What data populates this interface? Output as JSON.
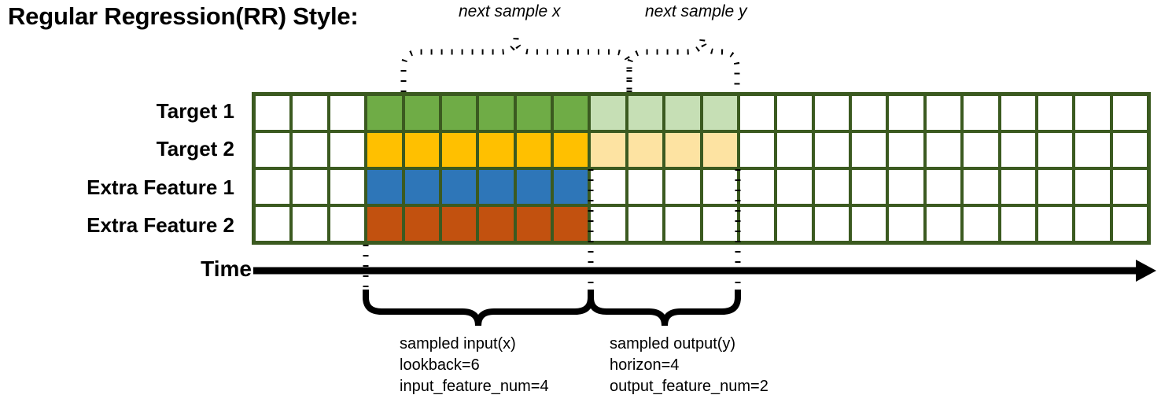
{
  "title": "Regular Regression(RR) Style:",
  "annotations": {
    "next_sample_x": "next sample x",
    "next_sample_y": "next sample y"
  },
  "axis": {
    "time_label": "Time"
  },
  "rows": [
    {
      "label": "Target 1",
      "key": "target-1"
    },
    {
      "label": "Target 2",
      "key": "target-2"
    },
    {
      "label": "Extra Feature 1",
      "key": "extra-feature-1"
    },
    {
      "label": "Extra Feature 2",
      "key": "extra-feature-2"
    }
  ],
  "grid": {
    "columns": 24,
    "input_start_col": 3,
    "input_end_col": 9,
    "output_start_col": 9,
    "output_end_col": 13,
    "cell_fills": [
      [
        "white",
        "white",
        "white",
        "c-green",
        "c-green",
        "c-green",
        "c-green",
        "c-green",
        "c-green",
        "c-green-lt",
        "c-green-lt",
        "c-green-lt",
        "c-green-lt",
        "white",
        "white",
        "white",
        "white",
        "white",
        "white",
        "white",
        "white",
        "white",
        "white",
        "white"
      ],
      [
        "white",
        "white",
        "white",
        "c-gold",
        "c-gold",
        "c-gold",
        "c-gold",
        "c-gold",
        "c-gold",
        "c-gold-lt",
        "c-gold-lt",
        "c-gold-lt",
        "c-gold-lt",
        "white",
        "white",
        "white",
        "white",
        "white",
        "white",
        "white",
        "white",
        "white",
        "white",
        "white"
      ],
      [
        "white",
        "white",
        "white",
        "c-blue",
        "c-blue",
        "c-blue",
        "c-blue",
        "c-blue",
        "c-blue",
        "white",
        "white",
        "white",
        "white",
        "white",
        "white",
        "white",
        "white",
        "white",
        "white",
        "white",
        "white",
        "white",
        "white",
        "white"
      ],
      [
        "white",
        "white",
        "white",
        "c-orange",
        "c-orange",
        "c-orange",
        "c-orange",
        "c-orange",
        "c-orange",
        "white",
        "white",
        "white",
        "white",
        "white",
        "white",
        "white",
        "white",
        "white",
        "white",
        "white",
        "white",
        "white",
        "white",
        "white"
      ]
    ]
  },
  "captions": {
    "input": "sampled input(x)\nlookback=6\ninput_feature_num=4",
    "output": "sampled output(y)\nhorizon=4\noutput_feature_num=2"
  },
  "colors": {
    "grid_border": "#3b5a20",
    "target_1": "#6fac46",
    "target_1_light": "#c6dfb5",
    "target_2": "#ffc000",
    "target_2_light": "#fde3a2",
    "extra_feature_1": "#2e76b8",
    "extra_feature_2": "#c2510f",
    "line": "#000000"
  }
}
